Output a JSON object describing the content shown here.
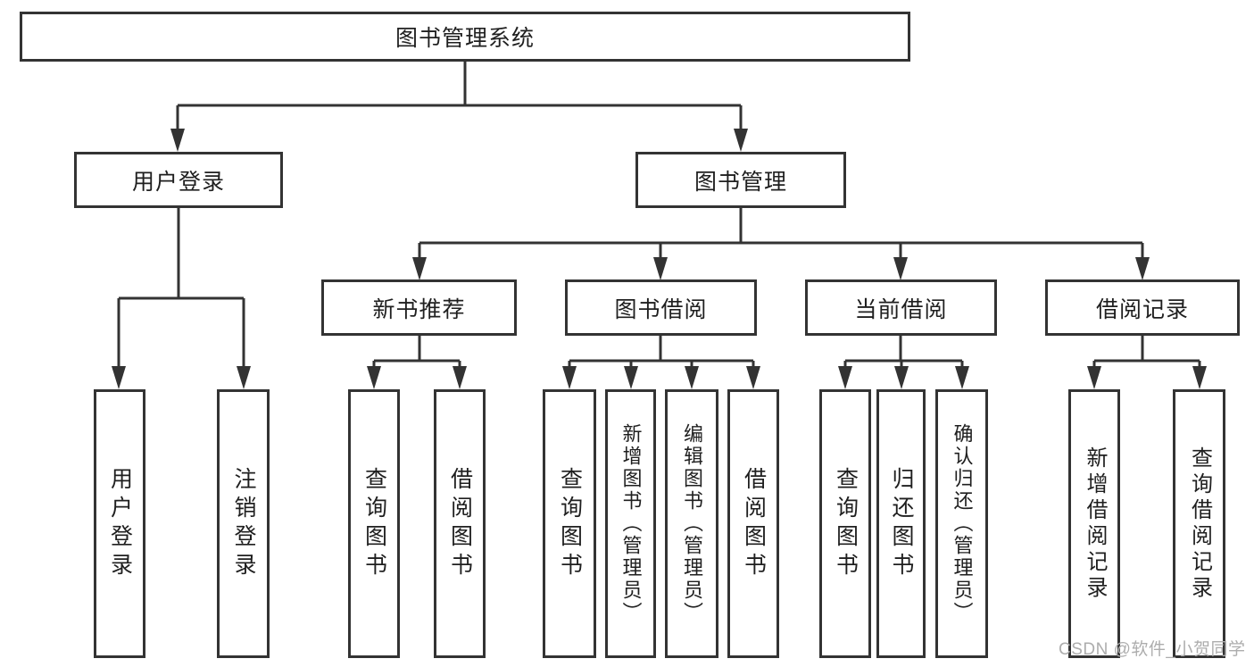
{
  "diagram": {
    "type": "hierarchy-tree",
    "root": {
      "label": "图书管理系统",
      "children": [
        {
          "label": "用户登录",
          "children": [
            {
              "label": "用户登录"
            },
            {
              "label": "注销登录"
            }
          ]
        },
        {
          "label": "图书管理",
          "children": [
            {
              "label": "新书推荐",
              "children": [
                {
                  "label": "查询图书"
                },
                {
                  "label": "借阅图书"
                }
              ]
            },
            {
              "label": "图书借阅",
              "children": [
                {
                  "label": "查询图书"
                },
                {
                  "label": "新增图书（管理员）"
                },
                {
                  "label": "编辑图书（管理员）"
                },
                {
                  "label": "借阅图书"
                }
              ]
            },
            {
              "label": "当前借阅",
              "children": [
                {
                  "label": "查询图书"
                },
                {
                  "label": "归还图书"
                },
                {
                  "label": "确认归还（管理员）"
                }
              ]
            },
            {
              "label": "借阅记录",
              "children": [
                {
                  "label": "新增借阅记录"
                },
                {
                  "label": "查询借阅记录"
                }
              ]
            }
          ]
        }
      ]
    }
  },
  "watermark": {
    "text": "CSDN @软件_小贺同学"
  },
  "colors": {
    "line": "#333333",
    "text": "#1f1f1f",
    "background": "#ffffff",
    "watermark": "#adadad"
  }
}
